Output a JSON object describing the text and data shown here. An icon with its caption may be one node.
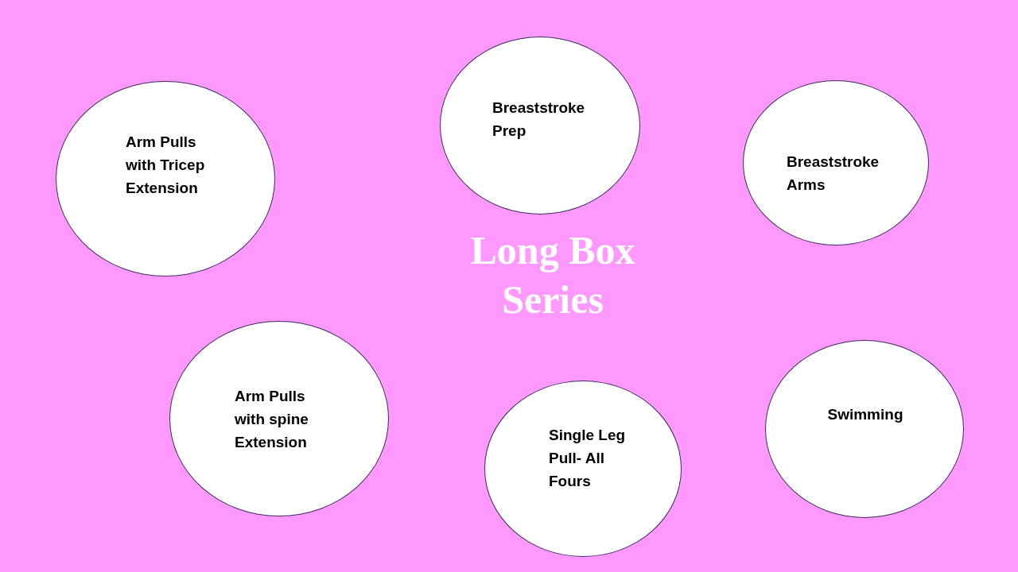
{
  "diagram": {
    "title": "Long Box Series",
    "nodes": [
      {
        "text": [
          "Arm Pulls with Tricep Extension"
        ]
      },
      {
        "text": [
          "Breaststroke Prep"
        ]
      },
      {
        "text": [
          "Breaststroke Arms"
        ]
      },
      {
        "text": [
          "Arm Pulls with spine Extension"
        ]
      },
      {
        "text": [
          "Single Leg Pull- All Fours"
        ]
      },
      {
        "text": [
          "Swimming"
        ]
      }
    ]
  }
}
